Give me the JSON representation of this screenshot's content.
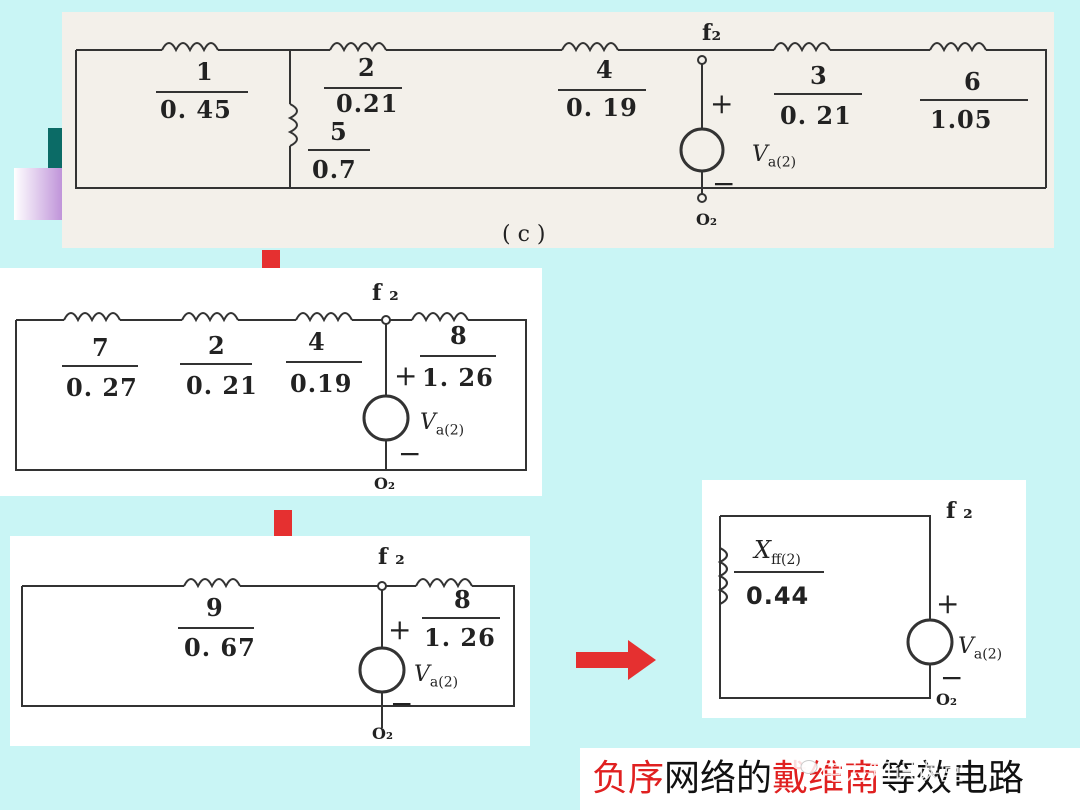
{
  "panels": {
    "c": {
      "node_top": "f₂",
      "node_bottom": "O₂",
      "label": "( c )",
      "elements": [
        {
          "num": "1",
          "val": "0. 45"
        },
        {
          "num": "2",
          "val": "0.21"
        },
        {
          "num": "5",
          "val": "0.7"
        },
        {
          "num": "4",
          "val": "0. 19"
        },
        {
          "num": "3",
          "val": "0. 21"
        },
        {
          "num": "6",
          "val": "1.05"
        }
      ],
      "source": {
        "plus": "+",
        "minus": "−",
        "name": "V",
        "sub": "a(2)"
      }
    },
    "p2": {
      "node_top": "f ₂",
      "node_bottom": "O₂",
      "elements": [
        {
          "num": "7",
          "val": "0. 27"
        },
        {
          "num": "2",
          "val": "0. 21"
        },
        {
          "num": "4",
          "val": "0.19"
        },
        {
          "num": "8",
          "val": "1. 26"
        }
      ],
      "source": {
        "plus": "+",
        "minus": "−",
        "name": "V",
        "sub": "a(2)"
      }
    },
    "p3": {
      "node_top": "f ₂",
      "node_bottom": "O₂",
      "elements": [
        {
          "num": "9",
          "val": "0. 67"
        },
        {
          "num": "8",
          "val": "1. 26"
        }
      ],
      "source": {
        "plus": "+",
        "minus": "−",
        "name": "V",
        "sub": "a(2)"
      }
    },
    "p4": {
      "node_top": "f ₂",
      "node_bottom": "O₂",
      "element": {
        "name": "X",
        "sub": "ff(2)",
        "val": "0.44"
      },
      "source": {
        "plus": "+",
        "minus": "−",
        "name": "V",
        "sub": "a(2)"
      }
    }
  },
  "caption": {
    "part1": "负序",
    "part2": "网络的",
    "part3": "戴维南",
    "part4": "等效电路"
  },
  "watermark": "电力知识课堂",
  "colors": {
    "background": "#c9f5f5",
    "arrow": "#e53030",
    "panel": "#ffffff",
    "scan": "#f3f0ea",
    "line": "#333333"
  }
}
